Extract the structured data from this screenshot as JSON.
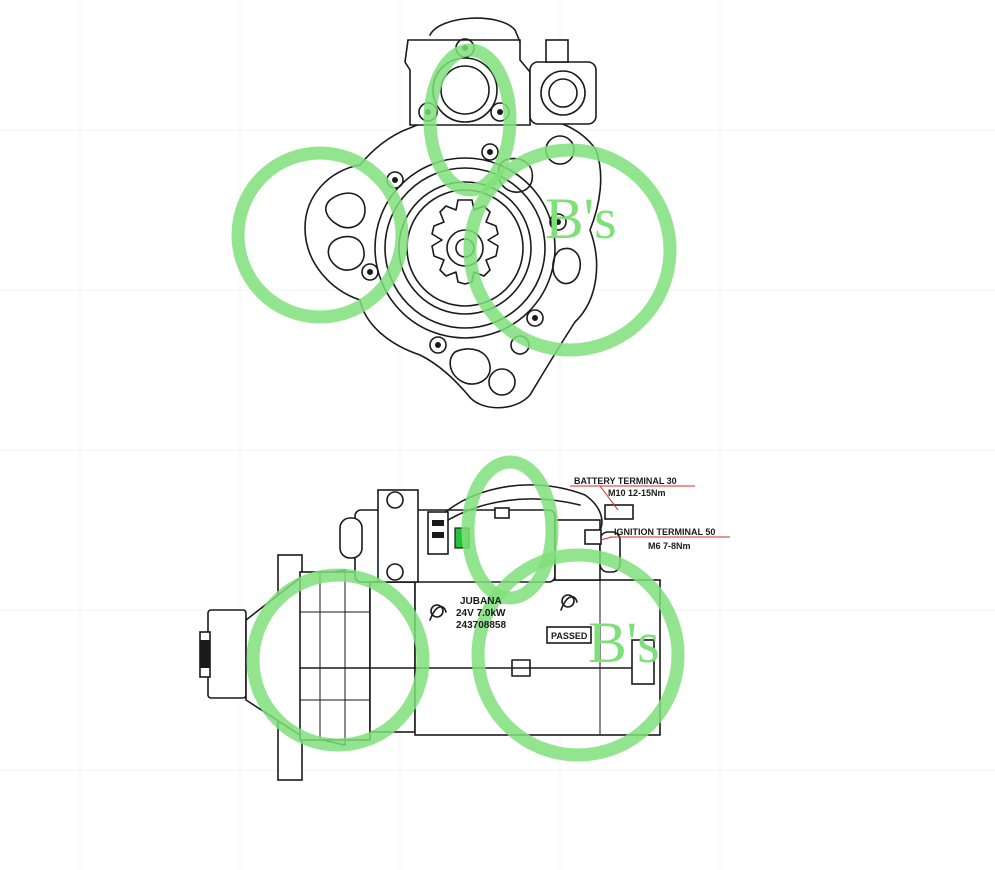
{
  "figure": {
    "top_view": {},
    "side_view": {
      "labels": {
        "battery_terminal": "BATTERY TERMINAL 30",
        "battery_spec": "M10  12-15Nm",
        "ignition_terminal": "IGNITION TERMINAL 50",
        "ignition_spec": "M6  7-8Nm"
      },
      "nameplate": {
        "brand": "JUBANA",
        "rating": "24V 7.0kW",
        "part_number": "243708858",
        "badge": "PASSED"
      }
    }
  },
  "watermark": {
    "text": "B's",
    "color": "#7fe07a"
  },
  "colors": {
    "ink": "#1a1a1a",
    "leader": "#d62828",
    "highlight_green": "#22c33a"
  }
}
